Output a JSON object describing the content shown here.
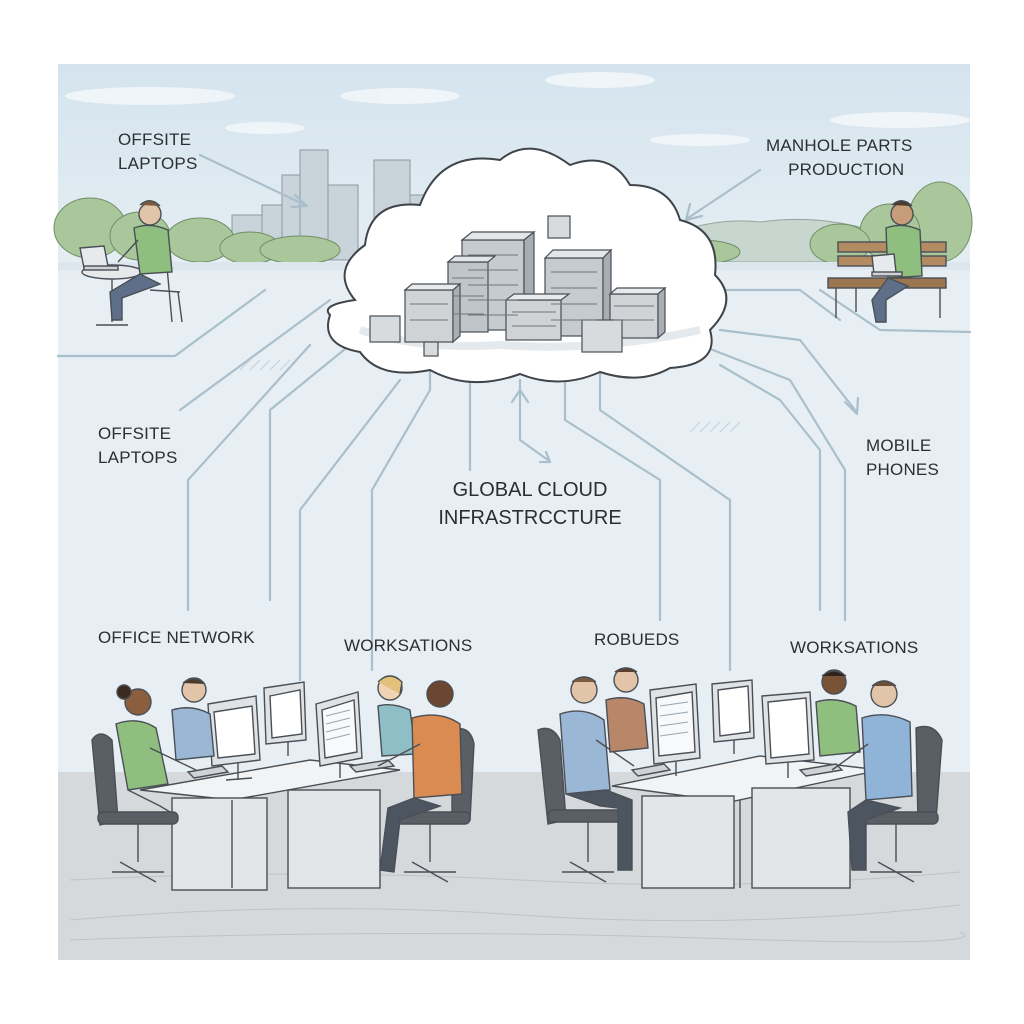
{
  "diagram": {
    "title": {
      "line1": "GLOBAL CLOUD",
      "line2": "INFRASTRCCTURE"
    },
    "labels": {
      "offsite_laptops_top": {
        "line1": "OFFSITE",
        "line2": "LAPTOPS"
      },
      "manhole_parts": {
        "line1": "MANHOLE PARTS",
        "line2": "PRODUCTION"
      },
      "offsite_laptops_mid": {
        "line1": "OFFSITE",
        "line2": "LAPTOPS"
      },
      "mobile_phones": {
        "line1": "MOBILE",
        "line2": "PHONES"
      },
      "office_network": "OFFICE NETWORK",
      "worksations_left": "WORKSATIONS",
      "robueds": "ROBUEDS",
      "worksations_right": "WORKSATIONS"
    },
    "colors": {
      "sky": "#dce9f0",
      "ground": "#e9eef2",
      "floor": "#d3d6d9",
      "line": "#a9bfcb",
      "outline": "#4a4f55",
      "tree": "#a9c79b",
      "city": "#c9d3da",
      "shirt_green": "#8fbf7f",
      "shirt_blue": "#9bb7d6",
      "shirt_orange": "#d98b52",
      "shirt_teal": "#8fbfc6"
    },
    "icons": [
      "cloud-icon",
      "server-rack-icon",
      "laptop-icon",
      "bench-icon",
      "workstation-icon",
      "person-icon",
      "office-chair-icon"
    ]
  }
}
